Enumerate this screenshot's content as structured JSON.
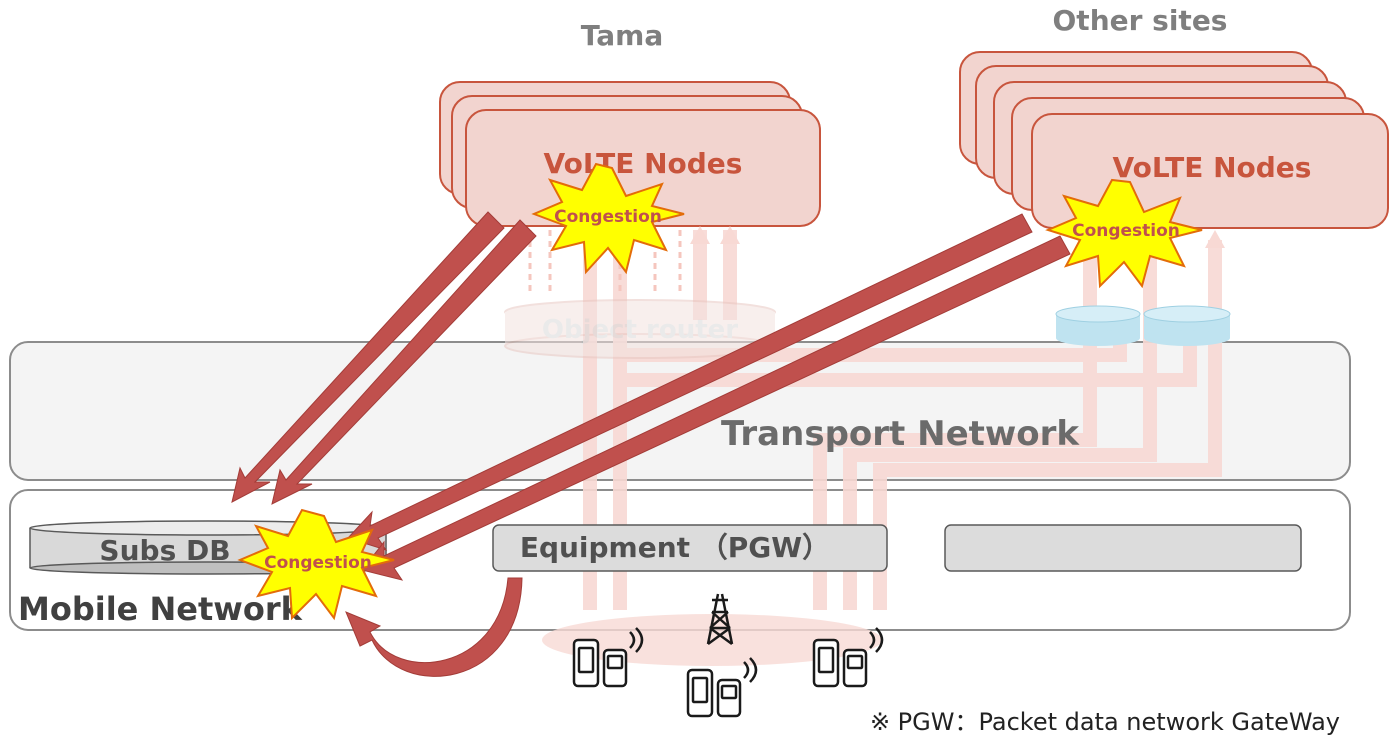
{
  "sites": {
    "tama": {
      "title": "Tama",
      "nodes_label": "VoLTE Nodes"
    },
    "other": {
      "title": "Other sites",
      "nodes_label": "VoLTE Nodes"
    }
  },
  "object_router": {
    "label": "Object router"
  },
  "transport_network": {
    "label": "Transport Network"
  },
  "mobile_network": {
    "label": "Mobile Network",
    "subs_db": "Subs DB",
    "equipment": "Equipment （PGW）"
  },
  "congestion": {
    "tama": "Congestion",
    "other": "Congestion",
    "subs_db": "Congestion"
  },
  "footnote": "※ PGW：Packet data network GateWay",
  "colors": {
    "arrow": "#c0504d",
    "node_fill": "#f2d4cf",
    "node_stroke": "#c8553d",
    "burst_fill": "#ffff00",
    "burst_stroke": "#e36c09",
    "router_blue": "#bfe3f0"
  }
}
